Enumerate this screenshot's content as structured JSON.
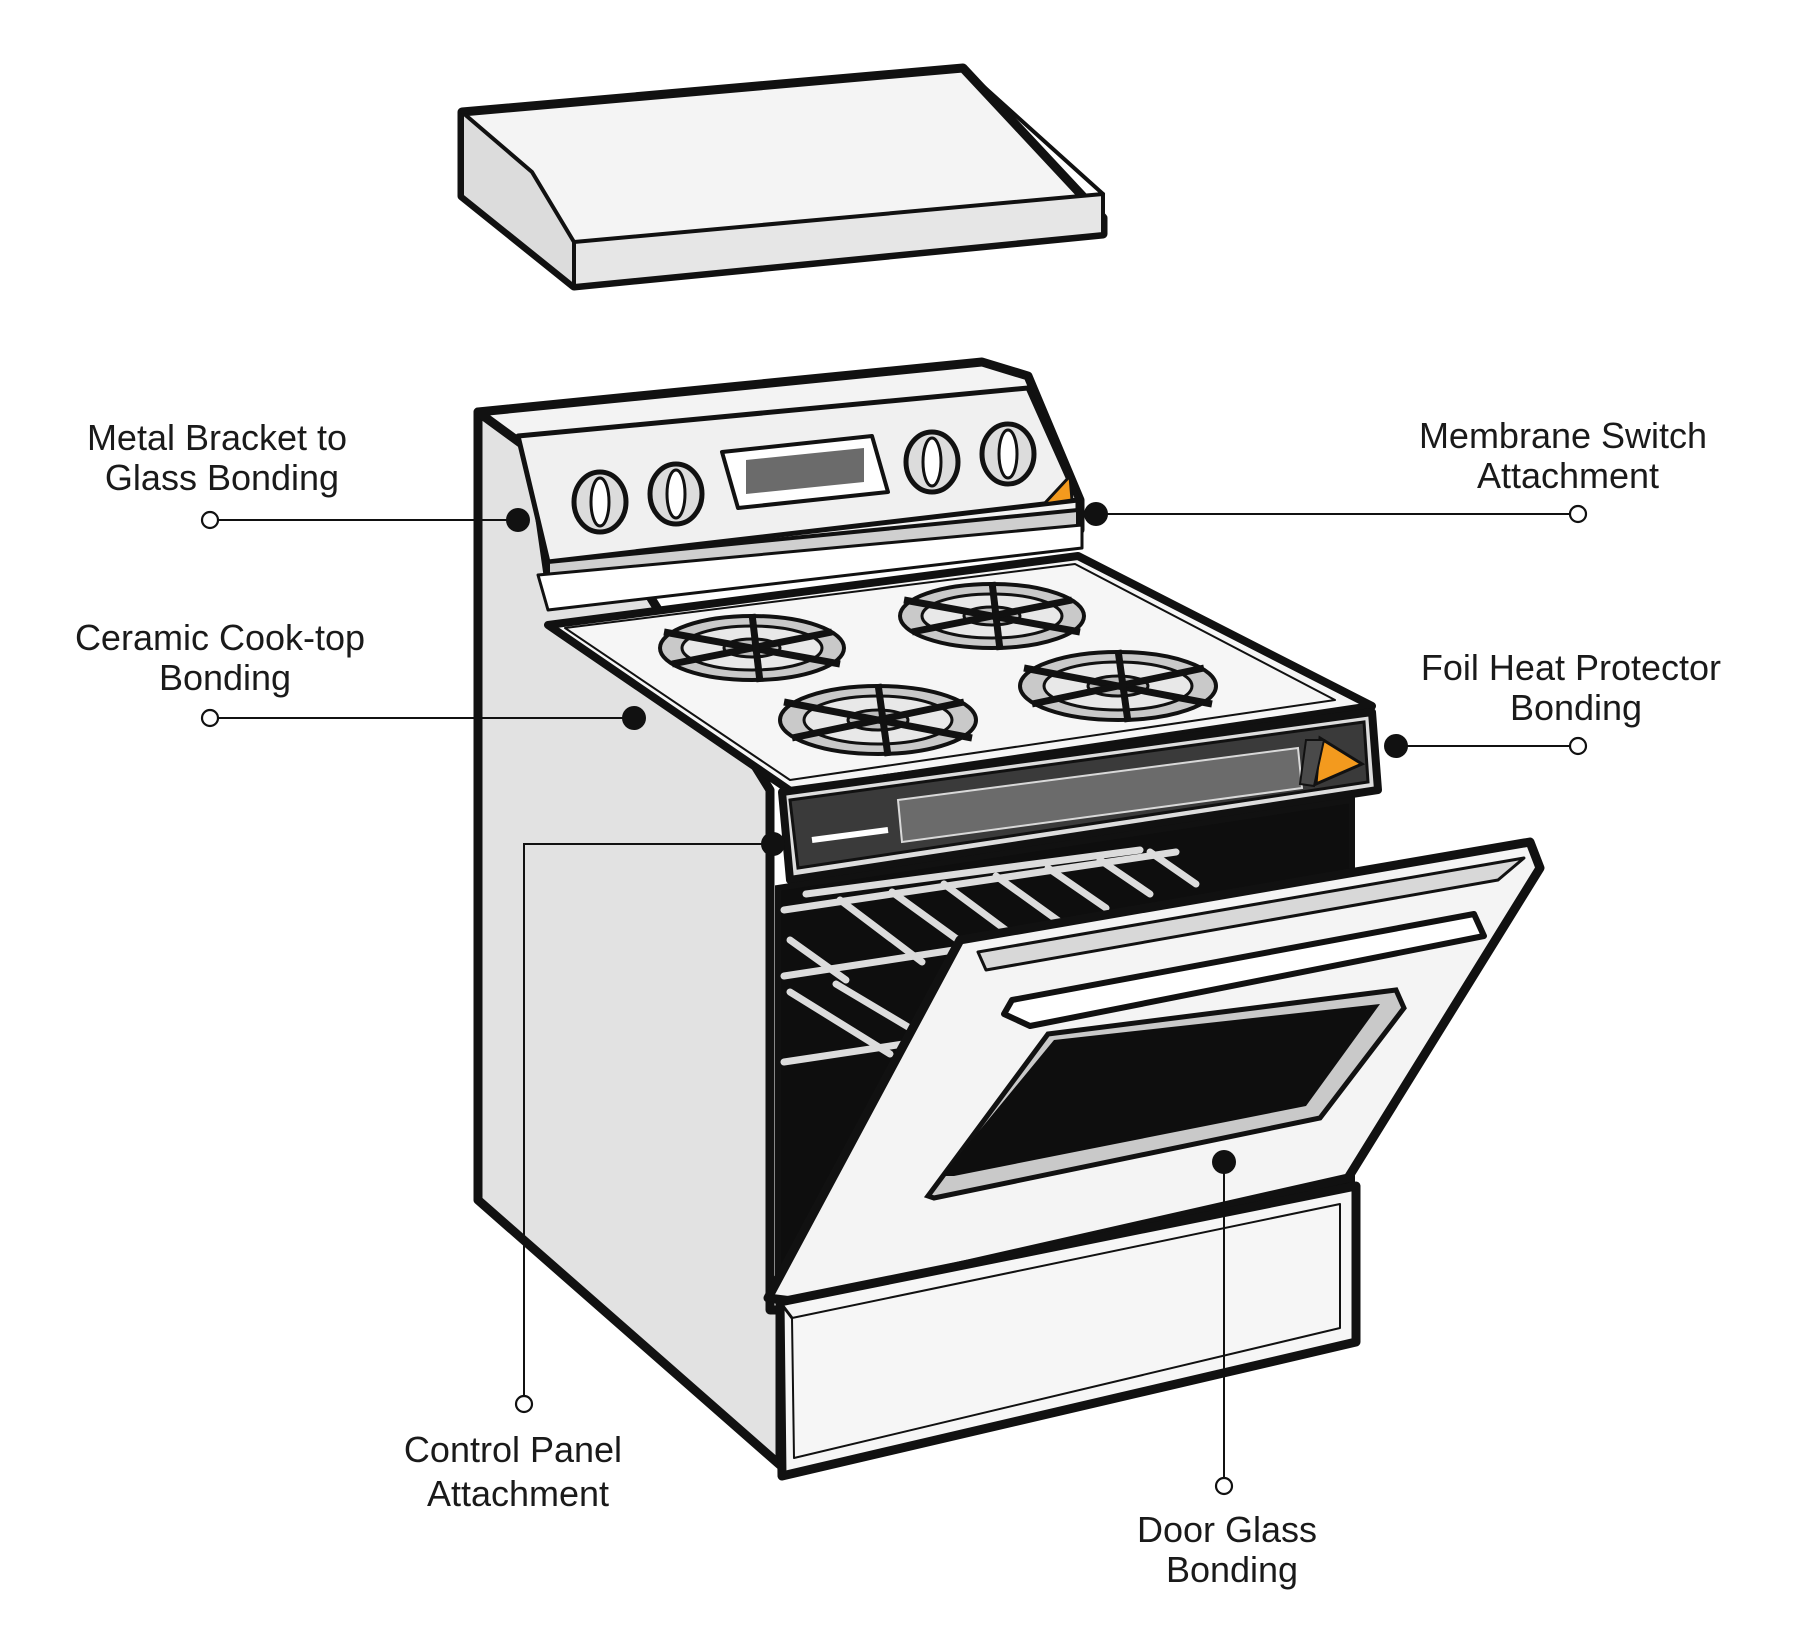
{
  "callouts": [
    {
      "id": "metal-bracket",
      "lines": [
        "Metal Bracket to",
        "Glass Bonding"
      ]
    },
    {
      "id": "ceramic-cooktop",
      "lines": [
        "Ceramic Cook-top",
        "Bonding"
      ]
    },
    {
      "id": "membrane-switch",
      "lines": [
        "Membrane Switch",
        "Attachment"
      ]
    },
    {
      "id": "foil-heat",
      "lines": [
        "Foil Heat Protector",
        "Bonding"
      ]
    },
    {
      "id": "control-panel",
      "lines": [
        "Control Panel",
        "Attachment"
      ]
    },
    {
      "id": "door-glass",
      "lines": [
        "Door Glass",
        "Bonding"
      ]
    }
  ],
  "colors": {
    "outline": "#111111",
    "panel_light": "#f2f2f2",
    "panel_mid": "#e3e3e3",
    "panel_gray": "#bdbdbd",
    "display": "#6b6b6b",
    "accent_orange": "#f39a1e"
  }
}
